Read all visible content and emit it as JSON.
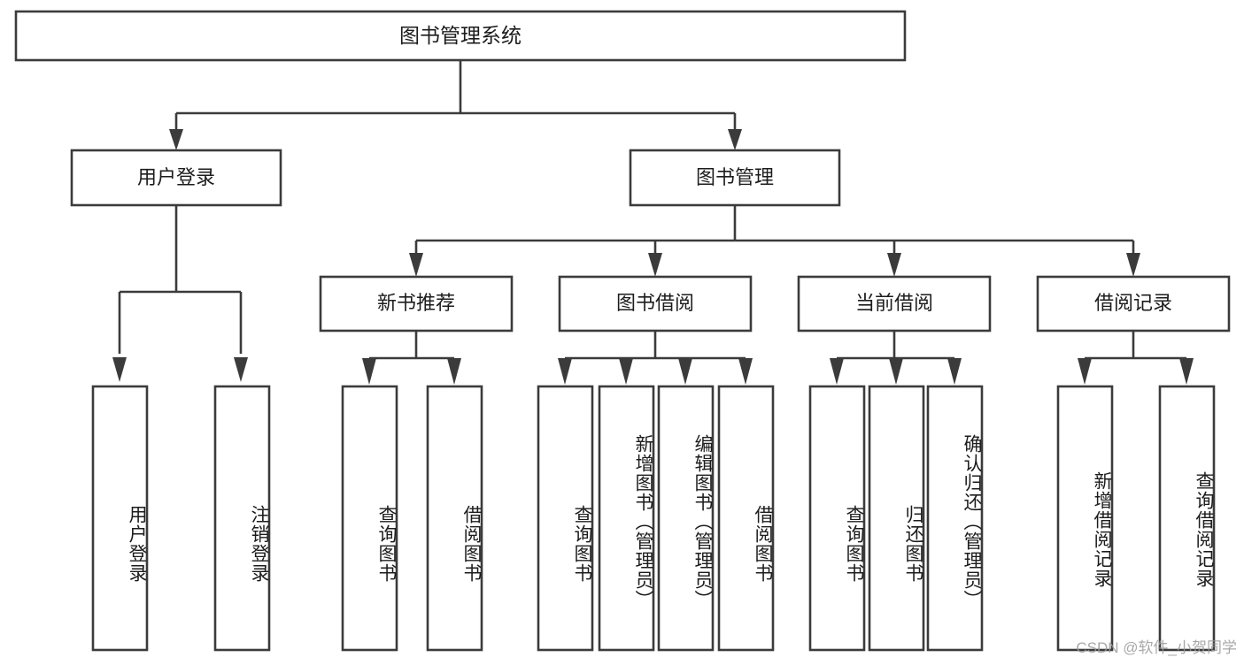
{
  "diagram": {
    "title": "图书管理系统",
    "type": "tree-hierarchy-diagram",
    "root": {
      "label": "图书管理系统"
    },
    "level1": [
      {
        "label": "用户登录"
      },
      {
        "label": "图书管理"
      }
    ],
    "level2": [
      {
        "label": "新书推荐"
      },
      {
        "label": "图书借阅"
      },
      {
        "label": "当前借阅"
      },
      {
        "label": "借阅记录"
      }
    ],
    "leaves_user_login": [
      {
        "label": "用户登录"
      },
      {
        "label": "注销登录"
      }
    ],
    "leaves_new_book": [
      {
        "label": "查询图书"
      },
      {
        "label": "借阅图书"
      }
    ],
    "leaves_borrow": [
      {
        "label": "查询图书"
      },
      {
        "label": "新增图书（管理员）"
      },
      {
        "label": "编辑图书（管理员）"
      },
      {
        "label": "借阅图书"
      }
    ],
    "leaves_current": [
      {
        "label": "查询图书"
      },
      {
        "label": "归还图书"
      },
      {
        "label": "确认归还（管理员）"
      }
    ],
    "leaves_record": [
      {
        "label": "新增借阅记录"
      },
      {
        "label": "查询借阅记录"
      }
    ],
    "watermark": "CSDN @软件_小贺同学",
    "colors": {
      "box_stroke": "#3b3b3b",
      "box_fill": "#ffffff",
      "text": "#1c1c1c",
      "background": "#ffffff",
      "watermark": "#9a9a9a"
    }
  }
}
